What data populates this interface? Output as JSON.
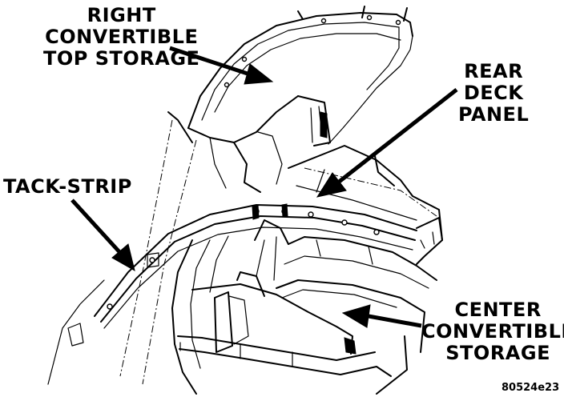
{
  "labels": {
    "right_storage": [
      "RIGHT",
      "CONVERTIBLE",
      "TOP STORAGE"
    ],
    "rear_deck": [
      "REAR",
      "DECK",
      "PANEL"
    ],
    "tack_strip": "TACK-STRIP",
    "center_storage": [
      "CENTER",
      "CONVERTIBLE",
      "STORAGE"
    ],
    "figure_code": "80524e23"
  },
  "colors": {
    "ink": "#000000",
    "paper": "#ffffff"
  }
}
